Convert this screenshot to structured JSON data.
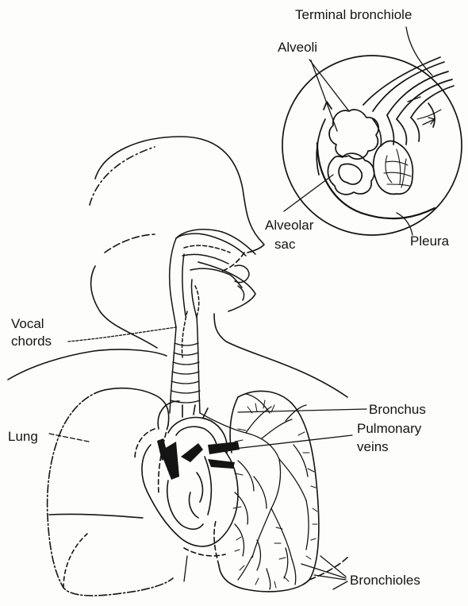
{
  "labels": {
    "terminal_bronchiole": "Terminal bronchiole",
    "alveoli": "Alveoli",
    "alveolar_sac_line1": "Alveolar",
    "alveolar_sac_line2": "sac",
    "pleura": "Pleura",
    "vocal_chords_line1": "Vocal",
    "vocal_chords_line2": "chords",
    "bronchus": "Bronchus",
    "pulmonary_veins_line1": "Pulmonary",
    "pulmonary_veins_line2": "veins",
    "lung": "Lung",
    "bronchioles": "Bronchioles"
  },
  "colors": {
    "ink": "#141414",
    "paper": "#fdfdfb"
  }
}
